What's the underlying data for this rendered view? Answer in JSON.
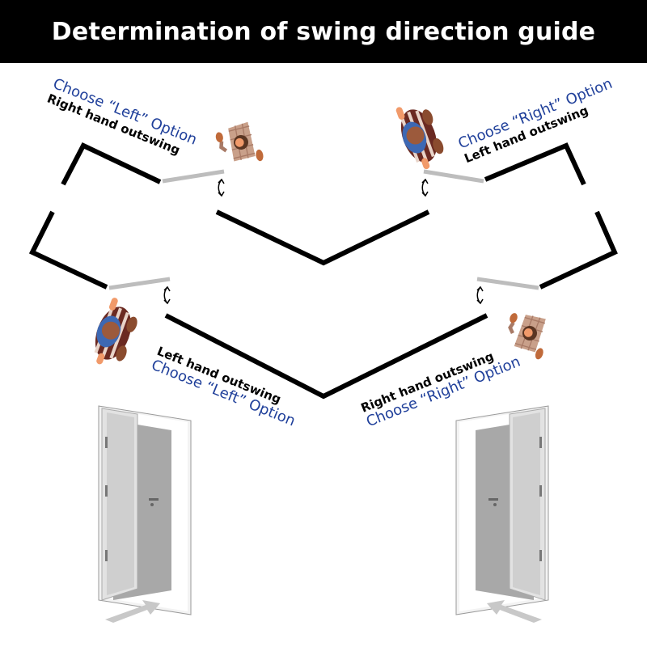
{
  "title": "Determination of swing direction guide",
  "colors": {
    "header_bg": "#000000",
    "header_text": "#ffffff",
    "option_text": "#1f3f9a",
    "wall": "#000000",
    "door_leaf": "#bdbdbd",
    "shirt_blue": "#3d68b3",
    "jacket_brown": "#9c5a3c",
    "skin": "#f19a6a"
  },
  "quadrants": [
    {
      "id": "top-left",
      "option": "Choose “Left” Option",
      "swing": "Right hand outswing"
    },
    {
      "id": "top-right",
      "option": "Choose “Right” Option",
      "swing": "Left hand outswing"
    },
    {
      "id": "bottom-left",
      "swing": "Left hand outswing",
      "option": "Choose “Left” Option"
    },
    {
      "id": "bottom-right",
      "swing": "Right hand outswing",
      "option": "Choose “Right” Option"
    }
  ],
  "icons": [
    "person-topdown-icon",
    "swing-arrow-icon",
    "door-3d-icon",
    "floor-arrow-icon"
  ]
}
